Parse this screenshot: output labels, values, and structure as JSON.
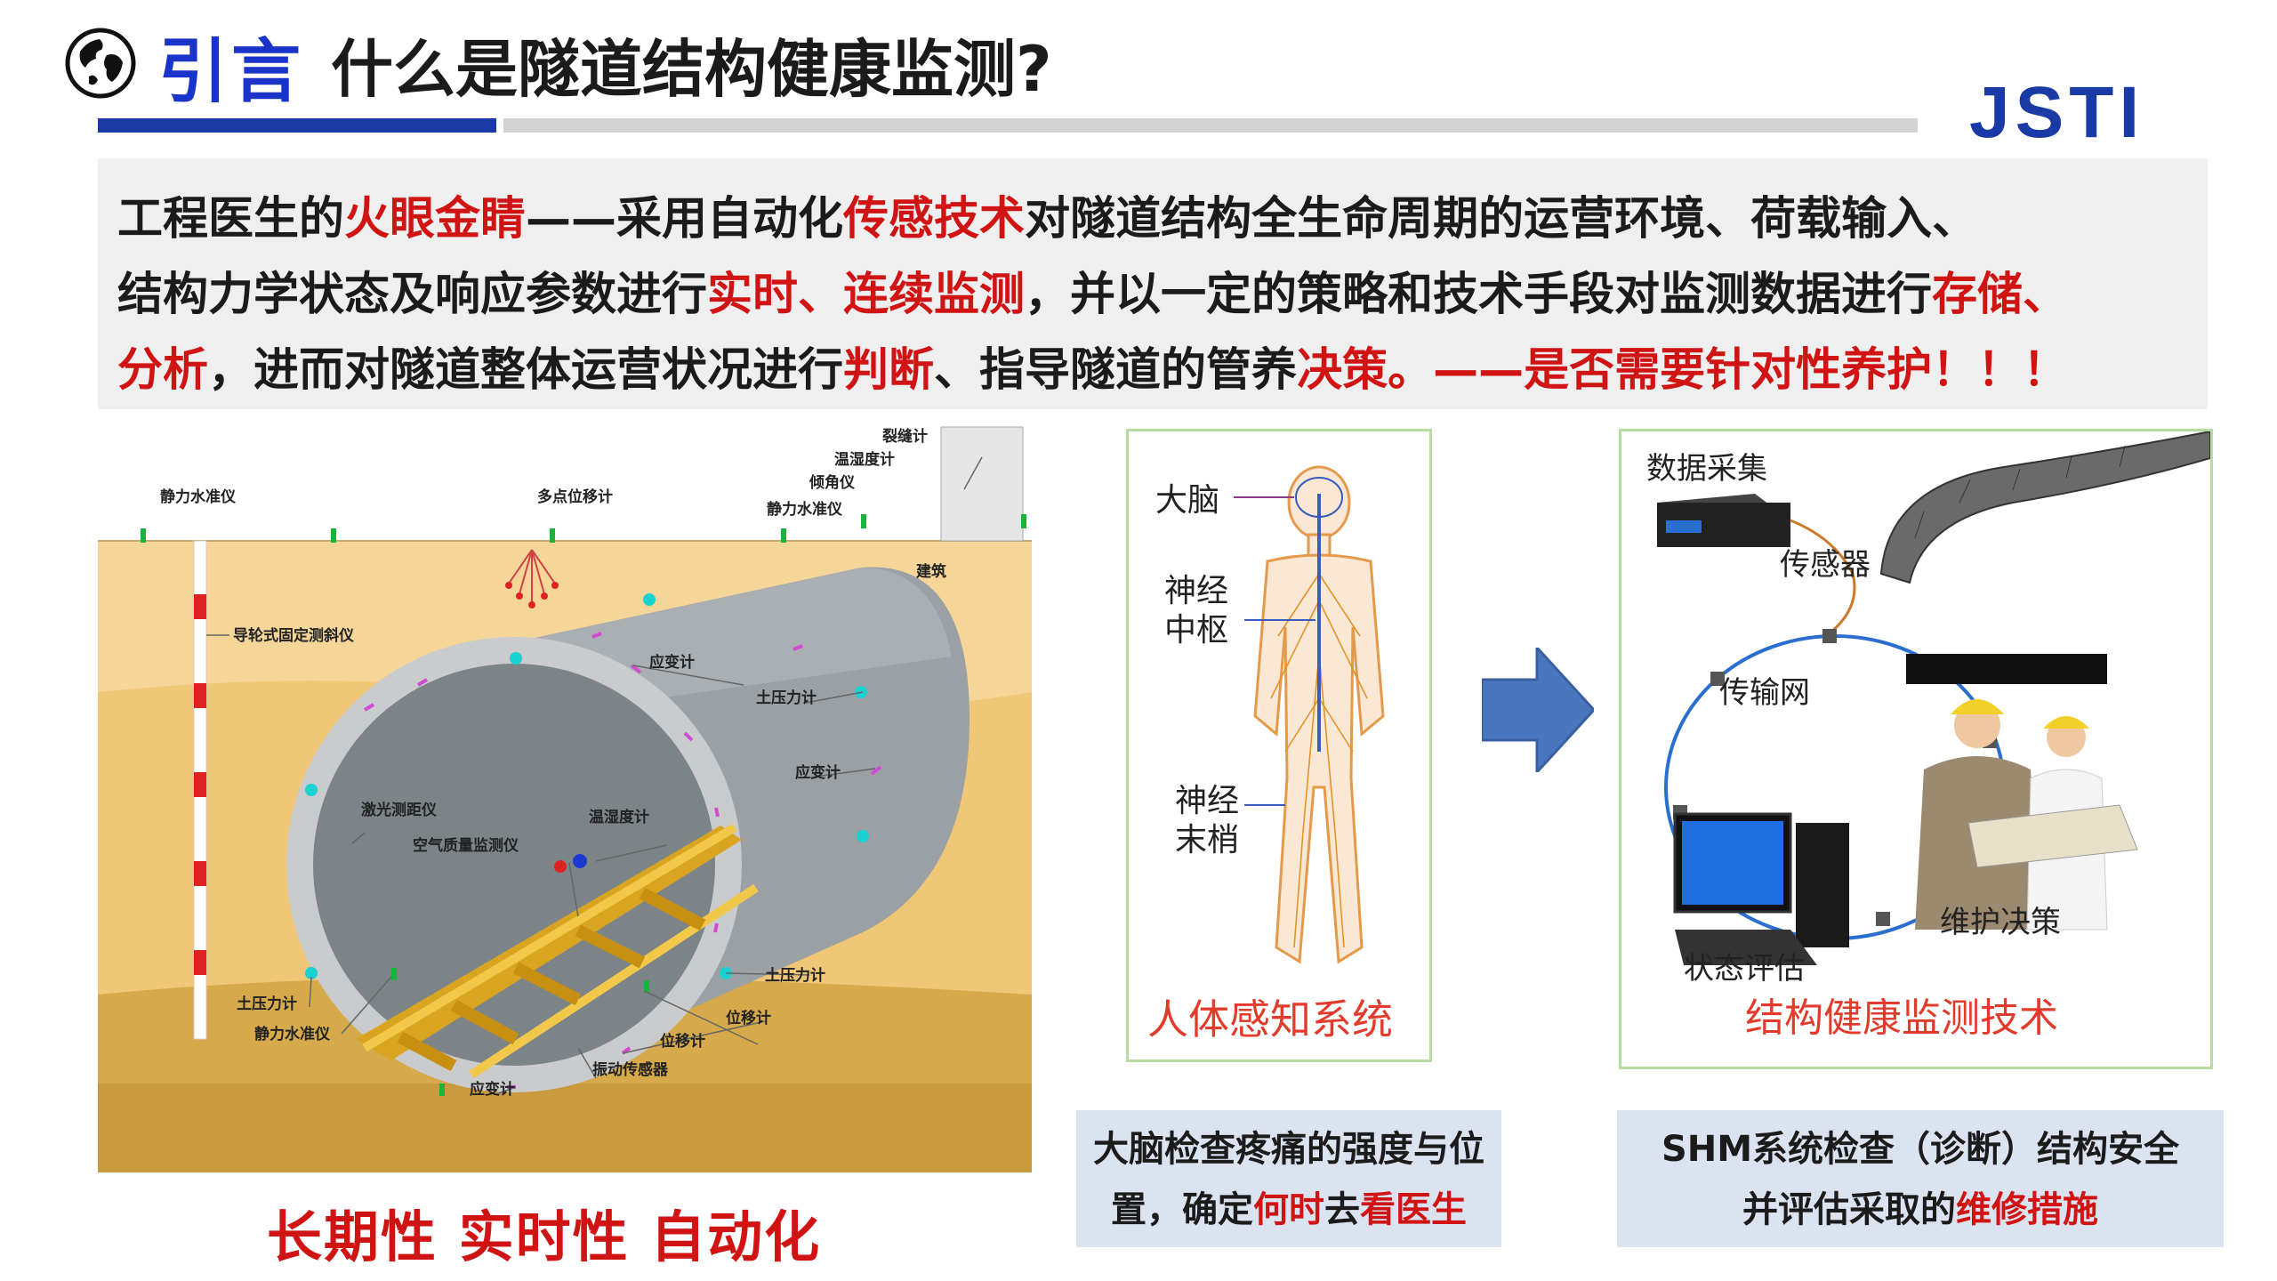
{
  "header": {
    "title_prefix": "引言",
    "title_main": "什么是隧道结构健康监测?",
    "logo_text": "JSTI",
    "colors": {
      "title_blue": "#1a33c9",
      "highlight_red": "#d01414",
      "bar_blue": "#1a3aa6"
    }
  },
  "intro": {
    "line1": [
      {
        "t": "工程医生的",
        "hl": false
      },
      {
        "t": "火眼金睛",
        "hl": true
      },
      {
        "t": "——采用自动化",
        "hl": false
      },
      {
        "t": "传感技术",
        "hl": true
      },
      {
        "t": "对隧道结构全生命周期的运营环境、荷载输入、",
        "hl": false
      }
    ],
    "line2": [
      {
        "t": "结构力学状态及响应参数进行",
        "hl": false
      },
      {
        "t": "实时、连续监测",
        "hl": true
      },
      {
        "t": "，并以一定的策略和技术手段对监测数据进行",
        "hl": false
      },
      {
        "t": "存储、",
        "hl": true
      }
    ],
    "line3": [
      {
        "t": "分析",
        "hl": true
      },
      {
        "t": "，进而对隧道整体运营状况进行",
        "hl": false
      },
      {
        "t": "判断",
        "hl": true
      },
      {
        "t": "、指导隧道的管养",
        "hl": false
      },
      {
        "t": "决策。——是否需要针对性养护！！！",
        "hl": true
      }
    ]
  },
  "tunnel_labels": {
    "l01": "静力水准仪",
    "l02": "多点位移计",
    "l03": "裂缝计",
    "l04": "温湿度计",
    "l05": "倾角仪",
    "l06": "静力水准仪",
    "l07": "建筑",
    "l08": "导轮式固定测斜仪",
    "l09": "应变计",
    "l10": "土压力计",
    "l11": "应变计",
    "l12": "激光测距仪",
    "l13": "温湿度计",
    "l14": "空气质量监测仪",
    "l15": "土压力计",
    "l16": "土压力计",
    "l17": "静力水准仪",
    "l18": "位移计",
    "l19": "位移计",
    "l20": "应变计",
    "l21": "振动传感器"
  },
  "features": "长期性 实时性 自动化",
  "body_figure": {
    "brain": "大脑",
    "cns_1": "神经",
    "cns_2": "中枢",
    "nerve_1": "神经",
    "nerve_2": "末梢",
    "caption": "人体感知系统"
  },
  "shm_figure": {
    "data_collect": "数据采集",
    "sensor": "传感器",
    "network": "传输网",
    "decision": "维护决策",
    "assessment": "状态评估",
    "caption": "结构健康监测技术"
  },
  "captions": {
    "left_l1": "大脑检查疼痛的强度与位",
    "left_l2_a": "置，确定",
    "left_l2_b": "何时",
    "left_l2_c": "去",
    "left_l2_d": "看医生",
    "right_l1": "SHM系统检查（诊断）结构安全",
    "right_l2_a": "并评估采取的",
    "right_l2_b": "维修措施"
  }
}
